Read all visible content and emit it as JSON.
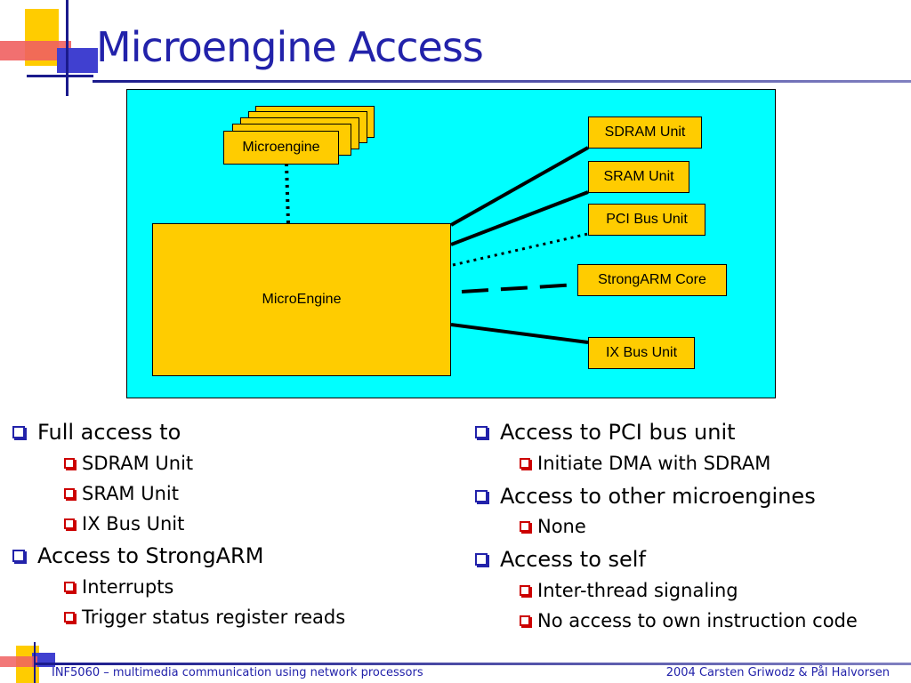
{
  "slide": {
    "title": "Microengine Access"
  },
  "diagram": {
    "stack_label": "Microengine",
    "main_label": "MicroEngine",
    "units": {
      "sdram": "SDRAM Unit",
      "sram": "SRAM Unit",
      "pci": "PCI Bus Unit",
      "strongarm": "StrongARM Core",
      "ixbus": "IX Bus Unit"
    }
  },
  "left_bullets": [
    {
      "text": "Full access to",
      "sub": [
        "SDRAM Unit",
        "SRAM Unit",
        "IX Bus Unit"
      ]
    },
    {
      "text": "Access to StrongARM",
      "sub": [
        "Interrupts",
        "Trigger status register reads"
      ]
    }
  ],
  "right_bullets": [
    {
      "text": "Access to PCI bus unit",
      "sub": [
        "Initiate DMA with SDRAM"
      ]
    },
    {
      "text": "Access to other microengines",
      "sub": [
        "None"
      ]
    },
    {
      "text": "Access to self",
      "sub": [
        "Inter-thread signaling",
        "No access to own instruction code"
      ]
    }
  ],
  "footer": {
    "left": "INF5060 – multimedia communication using network processors",
    "right": "2004  Carsten Griwodz & Pål Halvorsen"
  },
  "colors": {
    "title": "#2222aa",
    "diagram_bg": "#00ffff",
    "box_fill": "#ffcc00",
    "bullet_l1": "#2222aa",
    "bullet_l2": "#cc0000"
  }
}
